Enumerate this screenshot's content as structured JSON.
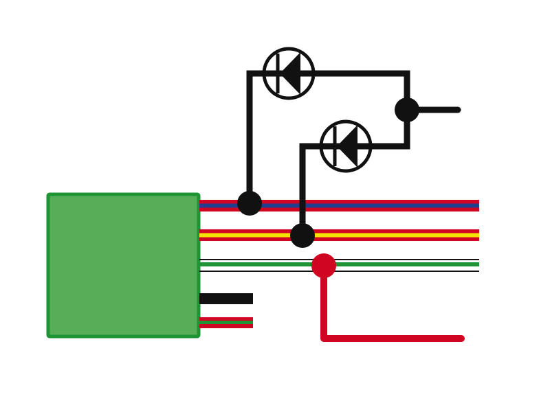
{
  "diagram": {
    "type": "wiring-schematic",
    "components": {
      "module": {
        "fill": "#57ad58",
        "border": "#1e9434"
      },
      "diode_upper": {
        "symbol": "diode",
        "color": "#111111"
      },
      "diode_lower": {
        "symbol": "diode",
        "color": "#111111"
      }
    },
    "wires": {
      "harness_red_blue": {
        "outer": "#cf0521",
        "inner": "#1f3f8f"
      },
      "harness_red_yellow": {
        "outer": "#cf0521",
        "inner": "#f5e400"
      },
      "harness_black_green": {
        "outer": "#111111",
        "inner": "#1e9434"
      },
      "stub_black": {
        "color": "#111111"
      },
      "stub_red_green": {
        "outer": "#cf0521",
        "inner": "#1e9434"
      },
      "diode_circuit": {
        "color": "#111111"
      },
      "red_tap": {
        "color": "#cf0521"
      }
    },
    "junctions": {
      "black": "#111111",
      "red": "#cf0521"
    }
  }
}
